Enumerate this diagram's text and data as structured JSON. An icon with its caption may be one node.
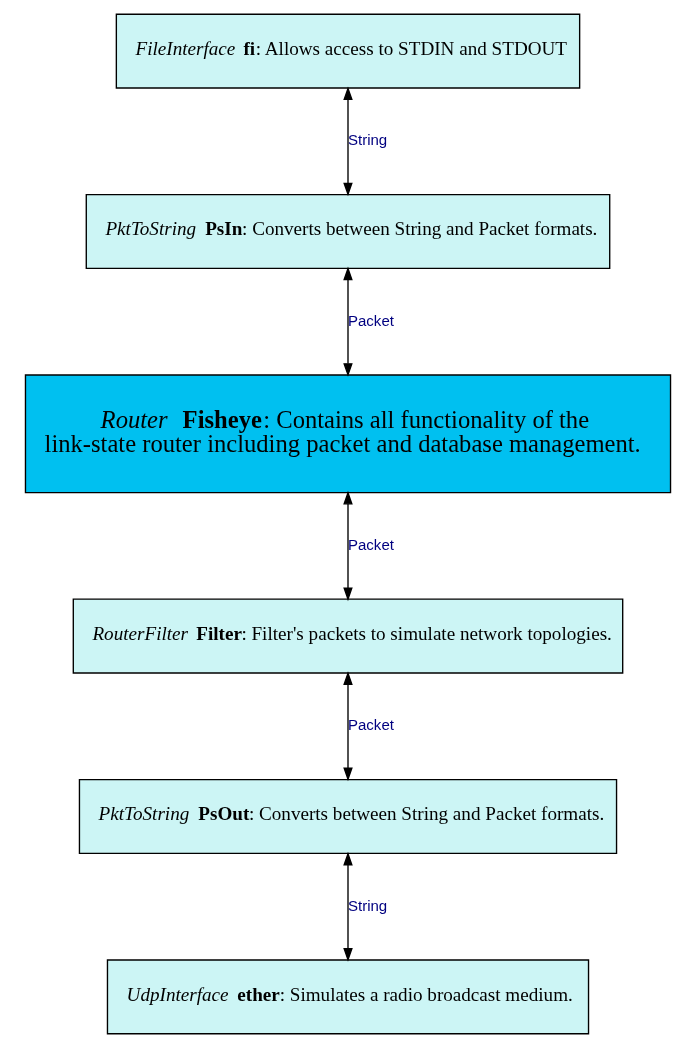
{
  "diagram": {
    "nodes": [
      {
        "text": [
          "*FileInterface* **fi**: Allows access to STDIN and STDOUT"
        ]
      },
      {
        "text": [
          "*PktToString* **PsIn**: Converts between String and Packet formats."
        ]
      },
      {
        "text": [
          "*Router* **Fisheye**: Contains all functionality of the link-state router including packet and database management."
        ]
      },
      {
        "text": [
          "*RouterFilter* **Filter**: Filter's packets to simulate network topologies."
        ]
      },
      {
        "text": [
          "*PktToString* **PsOut**: Converts between String and Packet formats."
        ]
      },
      {
        "text": [
          "*UdpInterface* **ether**: Simulates a radio broadcast medium."
        ]
      }
    ],
    "edges": [
      {
        "from": 0,
        "to": 1,
        "arrow": "both",
        "label": "String"
      },
      {
        "from": 1,
        "to": 2,
        "arrow": "both",
        "label": "Packet"
      },
      {
        "from": 2,
        "to": 3,
        "arrow": "both",
        "label": "Packet"
      },
      {
        "from": 3,
        "to": 4,
        "arrow": "both",
        "label": "Packet"
      },
      {
        "from": 4,
        "to": 5,
        "arrow": "both",
        "label": "String"
      }
    ]
  }
}
